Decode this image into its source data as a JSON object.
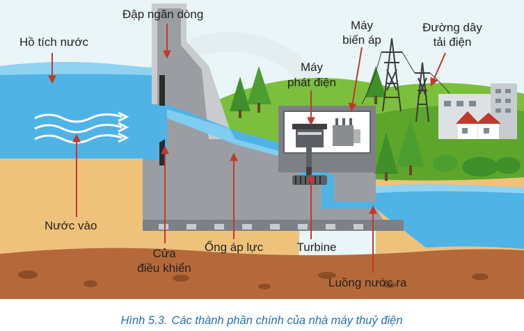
{
  "labels": {
    "reservoir": "Hồ tích nước",
    "dam": "Đập ngăn dòng",
    "transformer_line1": "Máy",
    "transformer_line2": "biến áp",
    "power_line_line1": "Đường dây",
    "power_line_line2": "tải điện",
    "generator_line1": "Máy",
    "generator_line2": "phát điện",
    "water_in": "Nước vào",
    "gate_line1": "Cửa",
    "gate_line2": "điều khiển",
    "penstock": "Ống áp lực",
    "turbine": "Turbine",
    "outflow": "Luồng nước ra"
  },
  "caption": {
    "figure_no": "Hình 5.3.",
    "text": "Các thành phần chính của nhà máy thuỷ điện"
  },
  "colors": {
    "sky": "#e8f4f8",
    "water": "#4fb3e6",
    "water_dark": "#2e8fcf",
    "ground": "#efc27c",
    "soil": "#b5693a",
    "dam": "#9a9ea3",
    "arrow": "#c0392b",
    "caption": "#1f6fb2"
  }
}
